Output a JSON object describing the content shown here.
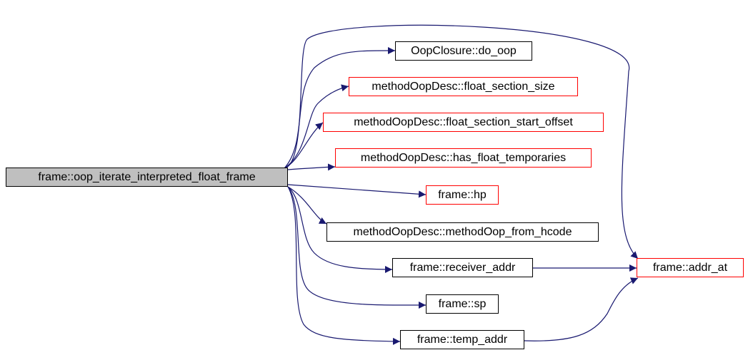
{
  "nodes": {
    "root": {
      "label": "frame::oop_iterate_interpreted_float_frame"
    },
    "do_oop": {
      "label": "OopClosure::do_oop"
    },
    "float_section_size": {
      "label": "methodOopDesc::float_section_size"
    },
    "float_section_start_offset": {
      "label": "methodOopDesc::float_section_start_offset"
    },
    "has_float_temporaries": {
      "label": "methodOopDesc::has_float_temporaries"
    },
    "hp": {
      "label": "frame::hp"
    },
    "methodOop_from_hcode": {
      "label": "methodOopDesc::methodOop_from_hcode"
    },
    "receiver_addr": {
      "label": "frame::receiver_addr"
    },
    "sp": {
      "label": "frame::sp"
    },
    "temp_addr": {
      "label": "frame::temp_addr"
    },
    "addr_at": {
      "label": "frame::addr_at"
    }
  },
  "colors": {
    "edge": "#191970",
    "root_fill": "#bfbfbf",
    "documented_border": "#000000",
    "undocumented_border": "#ff0000"
  }
}
